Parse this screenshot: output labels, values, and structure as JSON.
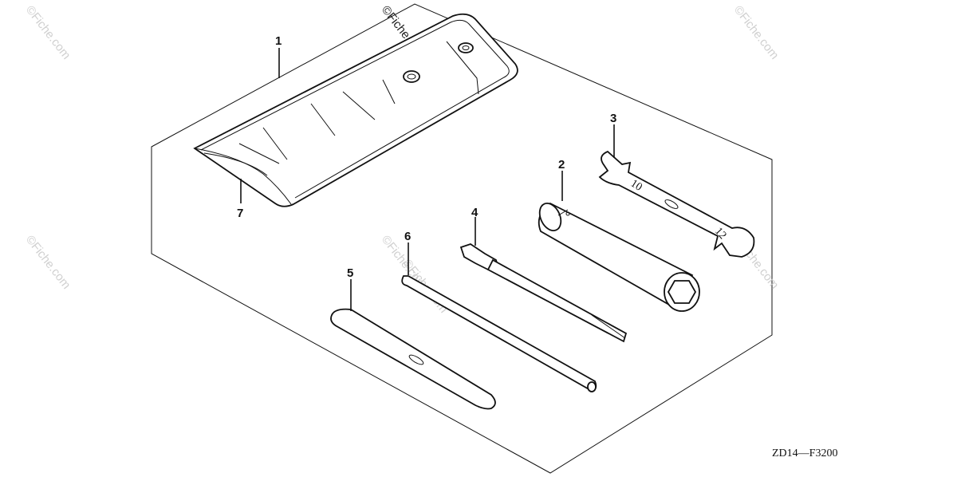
{
  "callouts": {
    "c1": "1",
    "c2": "2",
    "c3": "3",
    "c4": "4",
    "c5": "5",
    "c6": "6",
    "c7": "7"
  },
  "diagram_code": "ZD14—F3200",
  "watermark": "©Fiche.com",
  "wrench_sizes": {
    "left": "10",
    "right": "12"
  }
}
